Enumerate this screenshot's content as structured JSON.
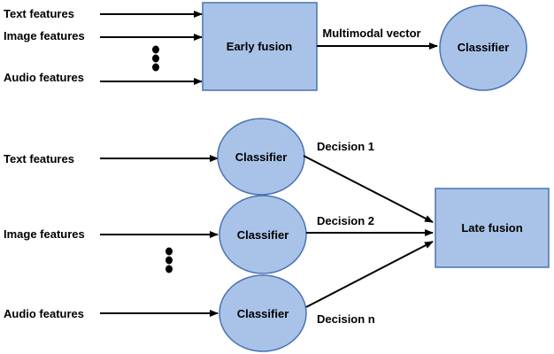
{
  "colors": {
    "node_fill": "#a9c3e8",
    "node_stroke": "#4a72b4",
    "arrow": "#000000"
  },
  "early": {
    "inputs": [
      "Text features",
      "Image features",
      "Audio features"
    ],
    "fusion_label": "Early fusion",
    "edge_label": "Multimodal vector",
    "classifier_label": "Classifier"
  },
  "late": {
    "inputs": [
      "Text features",
      "Image features",
      "Audio features"
    ],
    "classifier_labels": [
      "Classifier",
      "Classifier",
      "Classifier"
    ],
    "decisions": [
      "Decision 1",
      "Decision 2",
      "Decision n"
    ],
    "fusion_label": "Late fusion"
  }
}
